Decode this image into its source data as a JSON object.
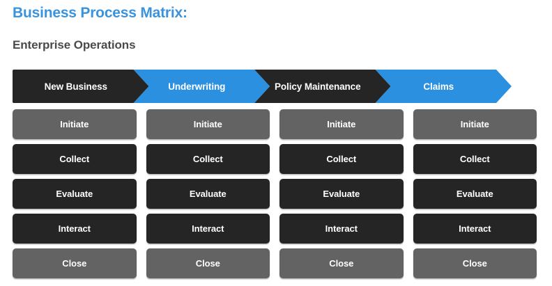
{
  "header": {
    "title": "Business Process Matrix:",
    "subtitle": "Enterprise Operations",
    "title_color": "#3a93dd",
    "subtitle_color": "#4a4a4a"
  },
  "palette": {
    "accent_blue": "#2b90e0",
    "dark": "#252525",
    "gray": "#636363",
    "background": "#ffffff",
    "label": "#ffffff"
  },
  "stages": [
    {
      "label": "New Business",
      "tone": "dark"
    },
    {
      "label": "Underwriting",
      "tone": "blue"
    },
    {
      "label": "Policy Maintenance",
      "tone": "dark"
    },
    {
      "label": "Claims",
      "tone": "blue"
    }
  ],
  "rows": [
    {
      "name": "initiate",
      "tone": "gray",
      "cells": [
        "Initiate",
        "Initiate",
        "Initiate",
        "Initiate"
      ]
    },
    {
      "name": "collect",
      "tone": "dark",
      "cells": [
        "Collect",
        "Collect",
        "Collect",
        "Collect"
      ]
    },
    {
      "name": "evaluate",
      "tone": "dark",
      "cells": [
        "Evaluate",
        "Evaluate",
        "Evaluate",
        "Evaluate"
      ]
    },
    {
      "name": "interact",
      "tone": "dark",
      "cells": [
        "Interact",
        "Interact",
        "Interact",
        "Interact"
      ]
    },
    {
      "name": "close",
      "tone": "gray",
      "cells": [
        "Close",
        "Close",
        "Close",
        "Close"
      ]
    }
  ]
}
